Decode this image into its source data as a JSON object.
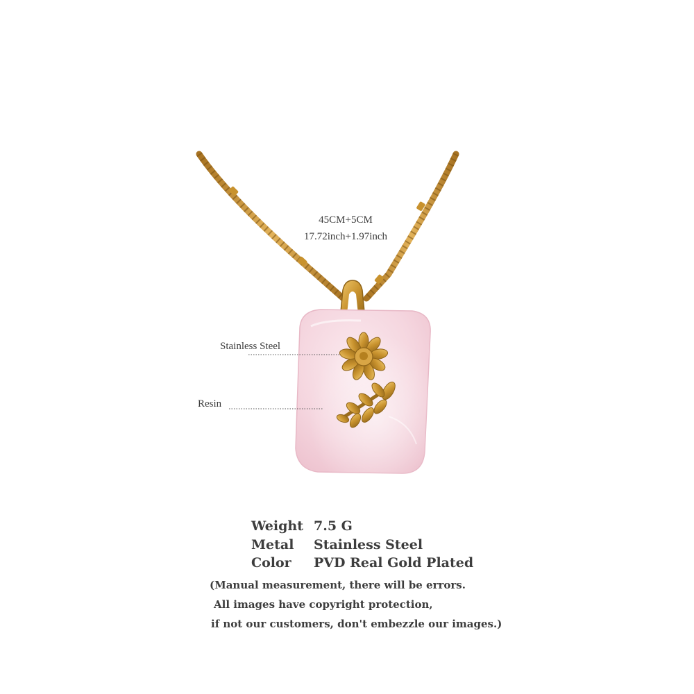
{
  "measurements": {
    "length_cm": "45CM+5CM",
    "length_inch": "17.72inch+1.97inch"
  },
  "callouts": {
    "charm": "Stainless Steel",
    "pendant": "Resin"
  },
  "specs": [
    {
      "label": "Weight",
      "value": "7.5 G"
    },
    {
      "label": "Metal",
      "value": "Stainless Steel"
    },
    {
      "label": "Color",
      "value": "PVD Real Gold Plated"
    }
  ],
  "notes": [
    "(Manual measurement, there will be errors.",
    "All images have copyright protection,",
    "if not our customers, don't embezzle our images.)"
  ],
  "colors": {
    "gold": "#c8922e",
    "gold_light": "#e6b85a",
    "gold_dark": "#8f6418",
    "rose_quartz": "#f5d7df",
    "rose_quartz_edge": "#eec3cf",
    "text": "#3d3d3d"
  }
}
